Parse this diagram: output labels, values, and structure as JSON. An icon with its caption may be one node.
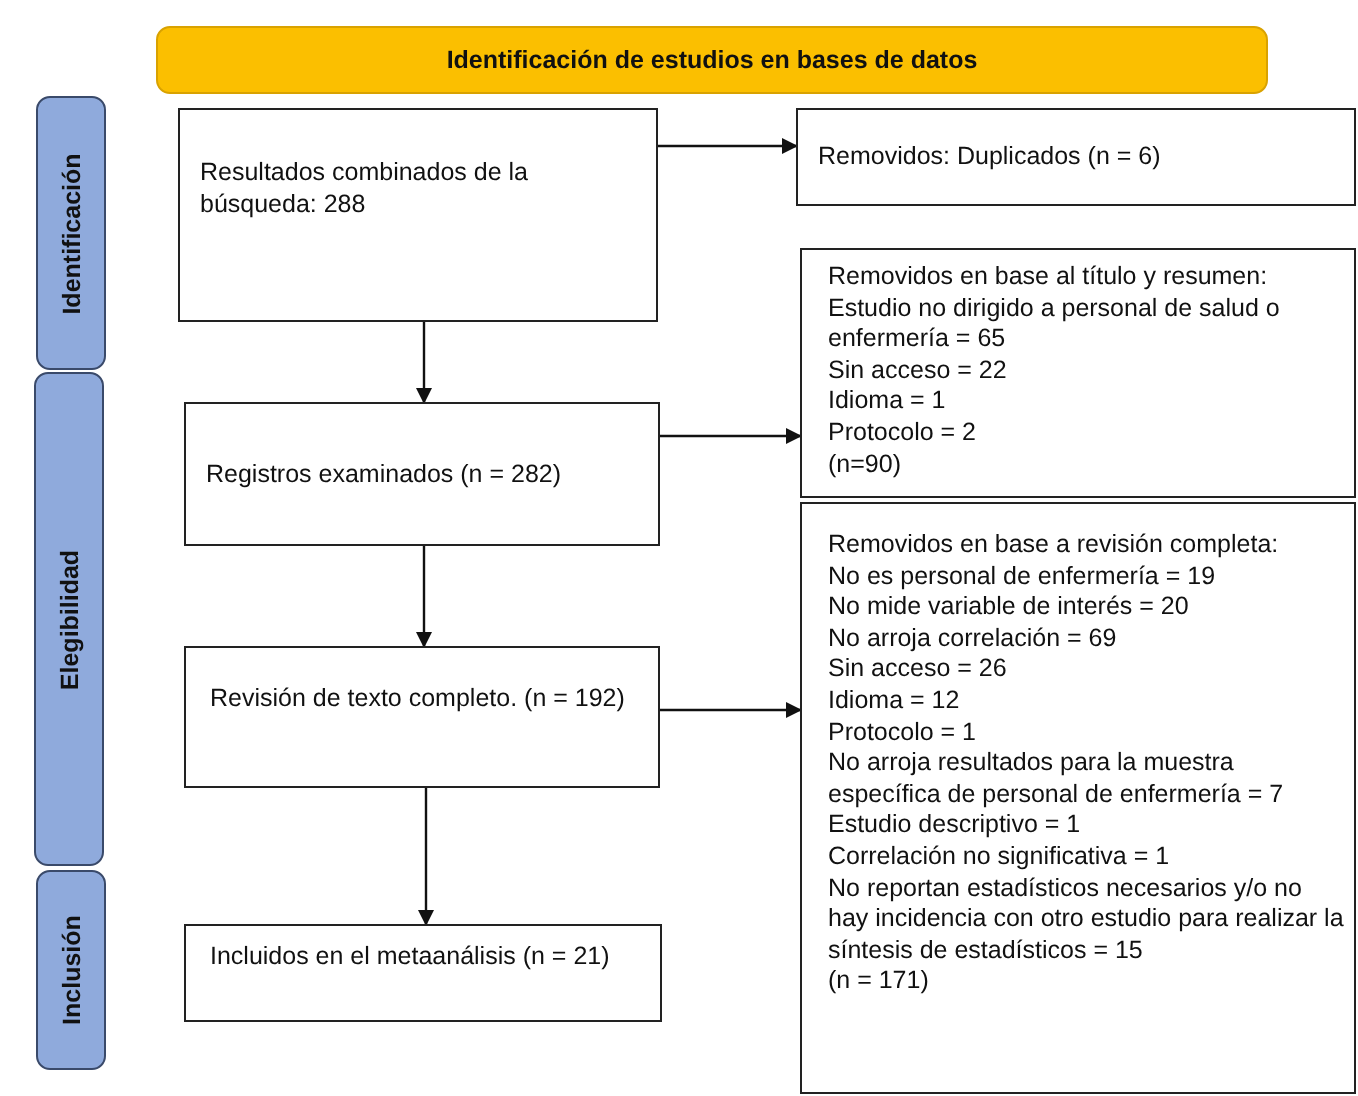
{
  "diagram": {
    "nodes": [
      {
        "text": [
          "Identificación de estudios en bases de datos"
        ]
      },
      {
        "text": [
          "Identificación"
        ]
      },
      {
        "text": [
          "Elegibilidad"
        ]
      },
      {
        "text": [
          "Inclusión"
        ]
      },
      {
        "text": [
          "Resultados combinados de la búsqueda: 288"
        ]
      },
      {
        "text": [
          "Removidos: Duplicados (n = 6)"
        ]
      },
      {
        "text": [
          "Registros examinados (n = 282)"
        ]
      },
      {
        "text": [
          "Removidos en base al título y resumen: Estudio no dirigido a personal de salud o enfermería = 65",
          "Sin acceso = 22",
          "Idioma = 1",
          "Protocolo = 2",
          "(n=90)"
        ]
      },
      {
        "text": [
          "Revisión de texto completo. (n = 192)"
        ]
      },
      {
        "text": [
          "Removidos en base a revisión completa:",
          "No es personal de enfermería = 19",
          "No mide variable de interés = 20",
          "No arroja correlación = 69",
          "Sin acceso = 26",
          "Idioma = 12",
          "Protocolo = 1",
          "No arroja resultados para la muestra específica de personal de enfermería = 7",
          "Estudio descriptivo = 1",
          "Correlación no significativa = 1",
          "No reportan estadísticos necesarios y/o no hay incidencia con otro estudio para realizar la síntesis de estadísticos = 15",
          "(n = 171)"
        ]
      },
      {
        "text": [
          "Incluidos en el metaanálisis (n = 21)"
        ]
      }
    ],
    "edges": [
      {
        "from": 4,
        "to": 5,
        "arrow": "to"
      },
      {
        "from": 4,
        "to": 6,
        "arrow": "to"
      },
      {
        "from": 6,
        "to": 7,
        "arrow": "to"
      },
      {
        "from": 6,
        "to": 8,
        "arrow": "to"
      },
      {
        "from": 8,
        "to": 9,
        "arrow": "to"
      },
      {
        "from": 8,
        "to": 10,
        "arrow": "to"
      }
    ]
  }
}
